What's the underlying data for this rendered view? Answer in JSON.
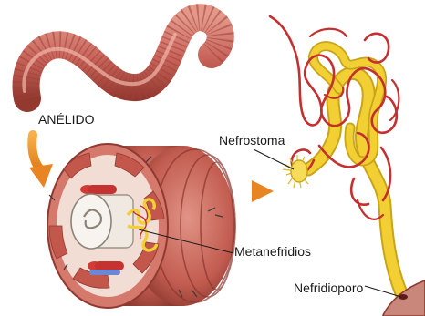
{
  "labels": {
    "anelido": "ANÉLIDO",
    "nefrostoma": "Nefrostoma",
    "metanefridios": "Metanefridios",
    "nefridioporo": "Nefridioporo"
  },
  "colors": {
    "worm_body": "#c8645a",
    "worm_ring": "#9e4038",
    "worm_highlight": "#e3988a",
    "tube_yellow": "#f2cf32",
    "tube_yellow_dark": "#c9a41a",
    "vessel_red": "#c42f2f",
    "arrow_orange": "#f29a2c",
    "intestine": "#ece7df",
    "nerve_blue": "#5c78c8"
  }
}
